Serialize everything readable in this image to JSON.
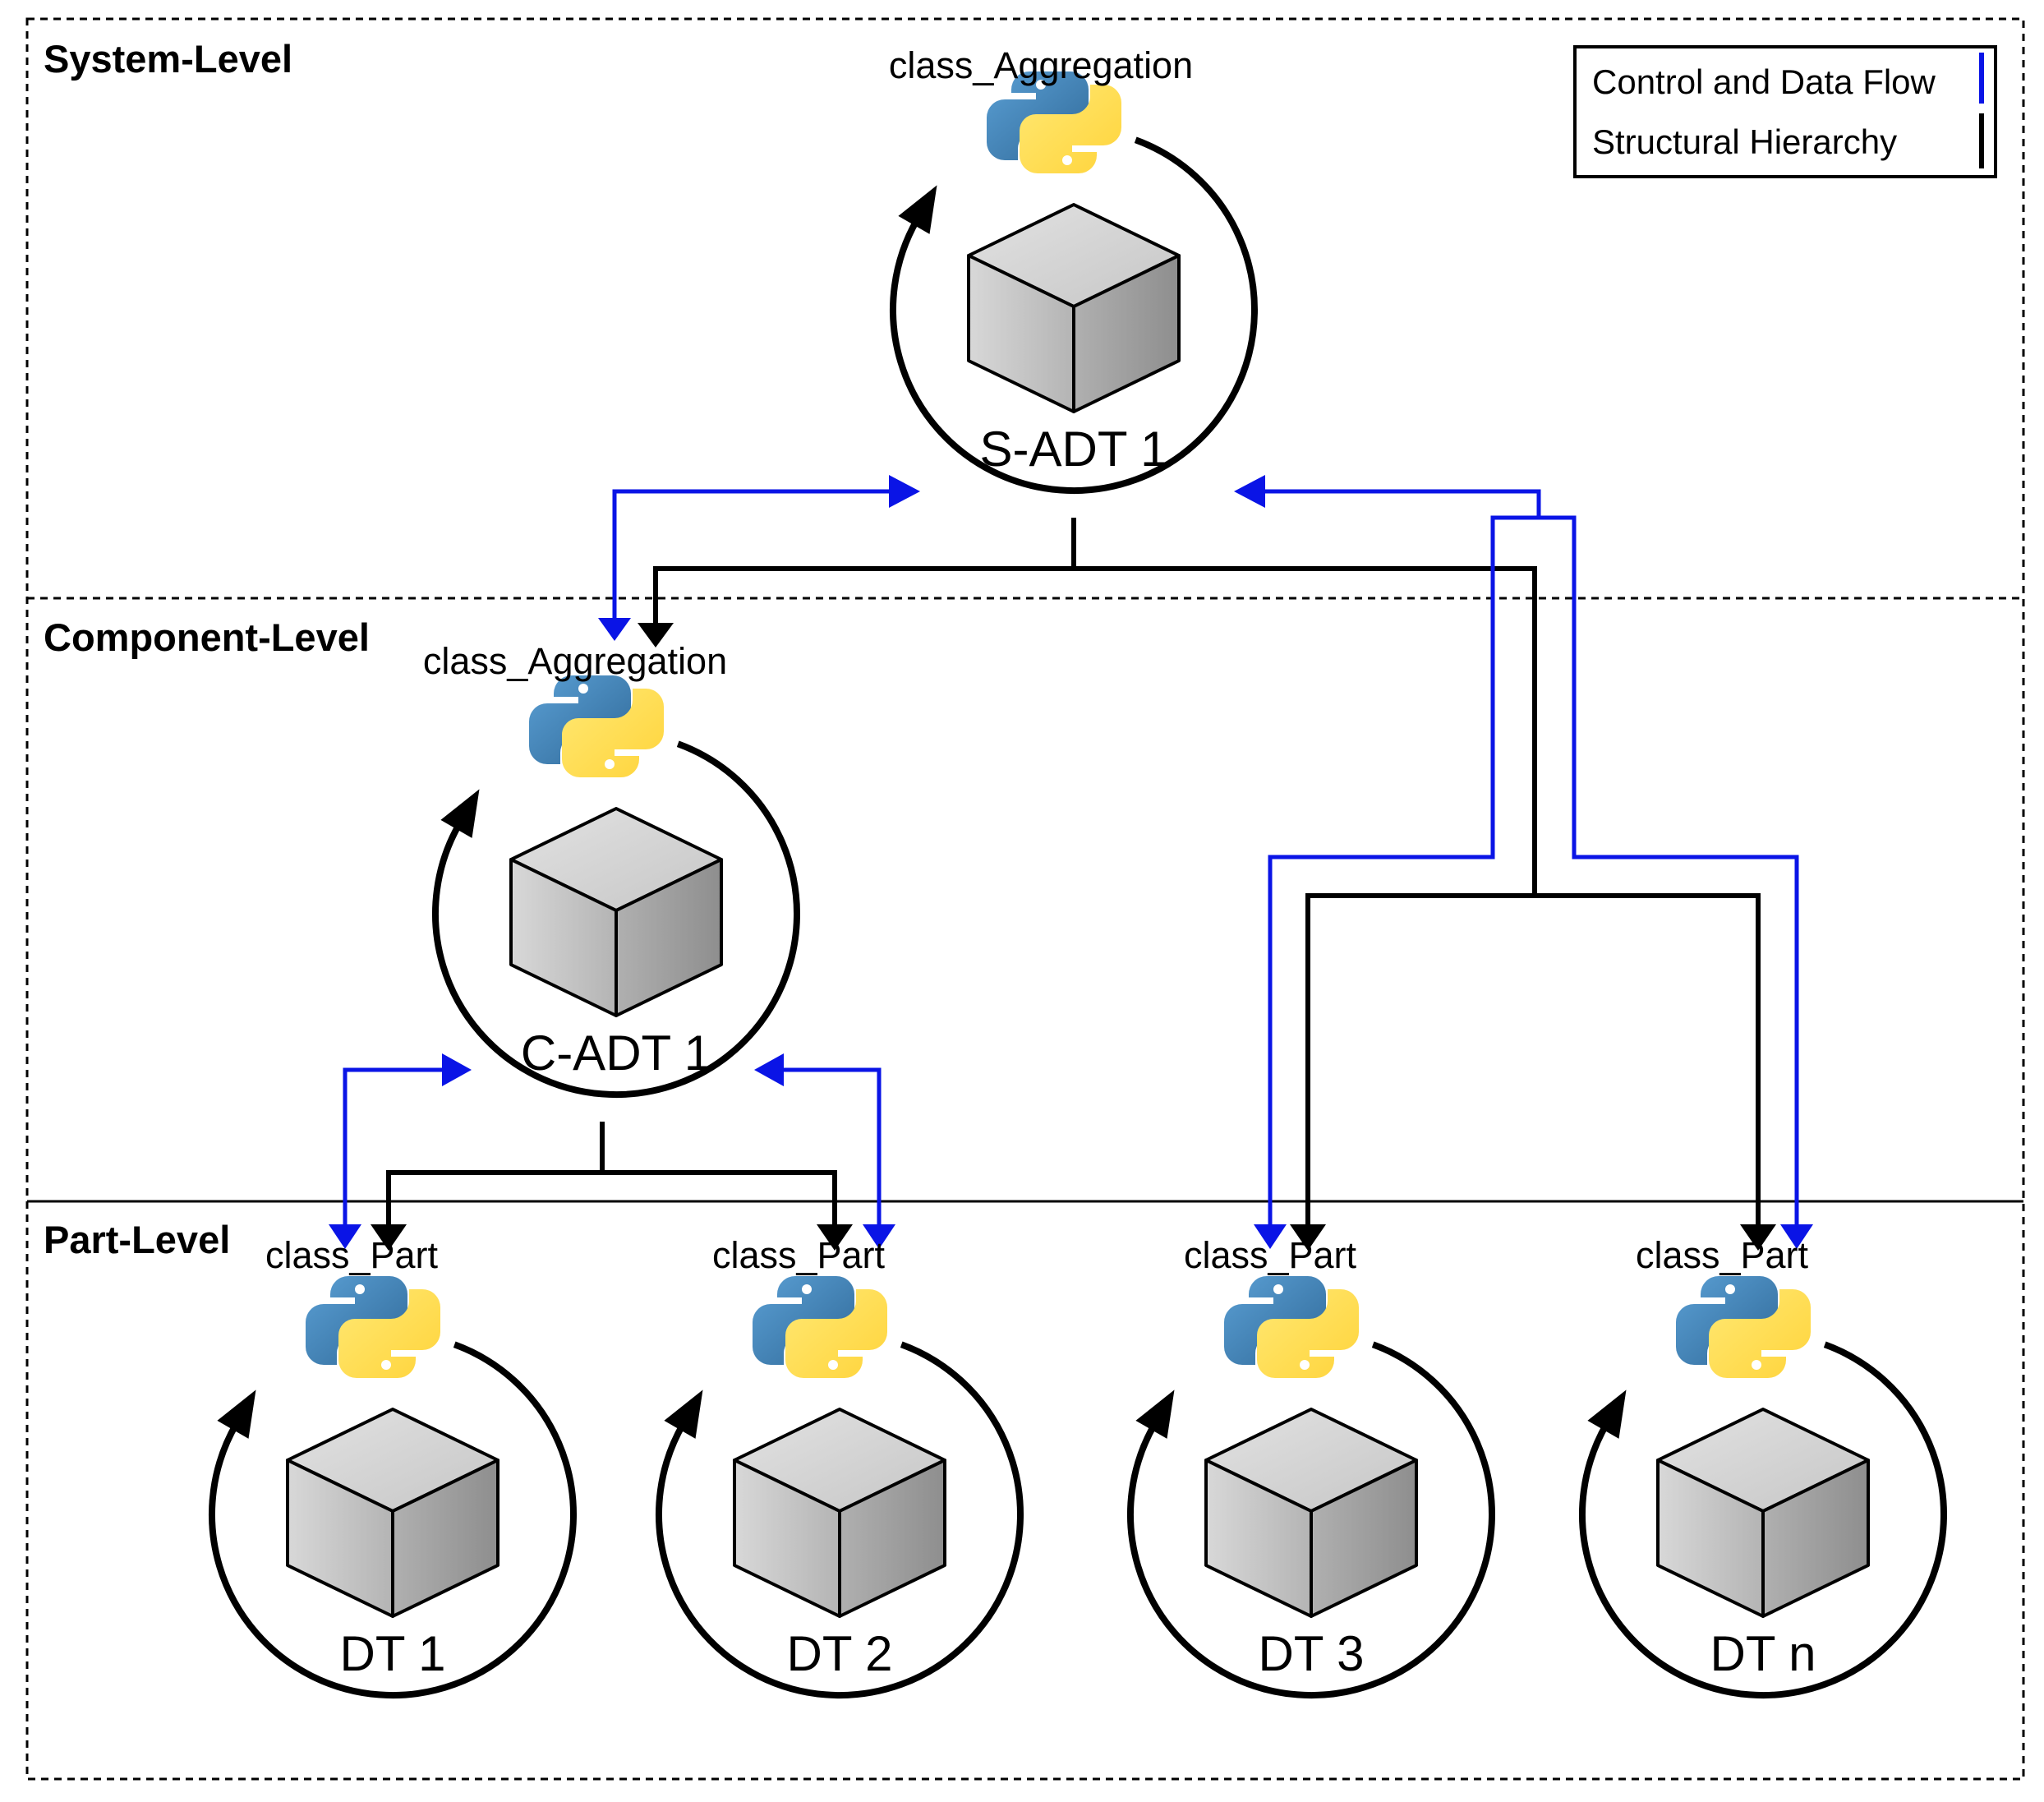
{
  "levels": {
    "system": "System-Level",
    "component": "Component-Level",
    "part": "Part-Level"
  },
  "legend": {
    "control_data_flow": "Control and Data Flow",
    "structural_hierarchy": "Structural Hierarchy"
  },
  "colors": {
    "control_data_flow": "#0a14e6",
    "structural_hierarchy": "#000000"
  },
  "nodes": {
    "s_adt1": {
      "class": "class_Aggregation",
      "label": "S-ADT 1"
    },
    "c_adt1": {
      "class": "class_Aggregation",
      "label": "C-ADT 1"
    },
    "dt1": {
      "class": "class_Part",
      "label": "DT 1"
    },
    "dt2": {
      "class": "class_Part",
      "label": "DT 2"
    },
    "dt3": {
      "class": "class_Part",
      "label": "DT 3"
    },
    "dtn": {
      "class": "class_Part",
      "label": "DT n"
    }
  },
  "icons": {
    "node_icon": "python-logo-icon",
    "node_body": "cube-icon",
    "node_loop": "cycle-arrow-icon"
  }
}
